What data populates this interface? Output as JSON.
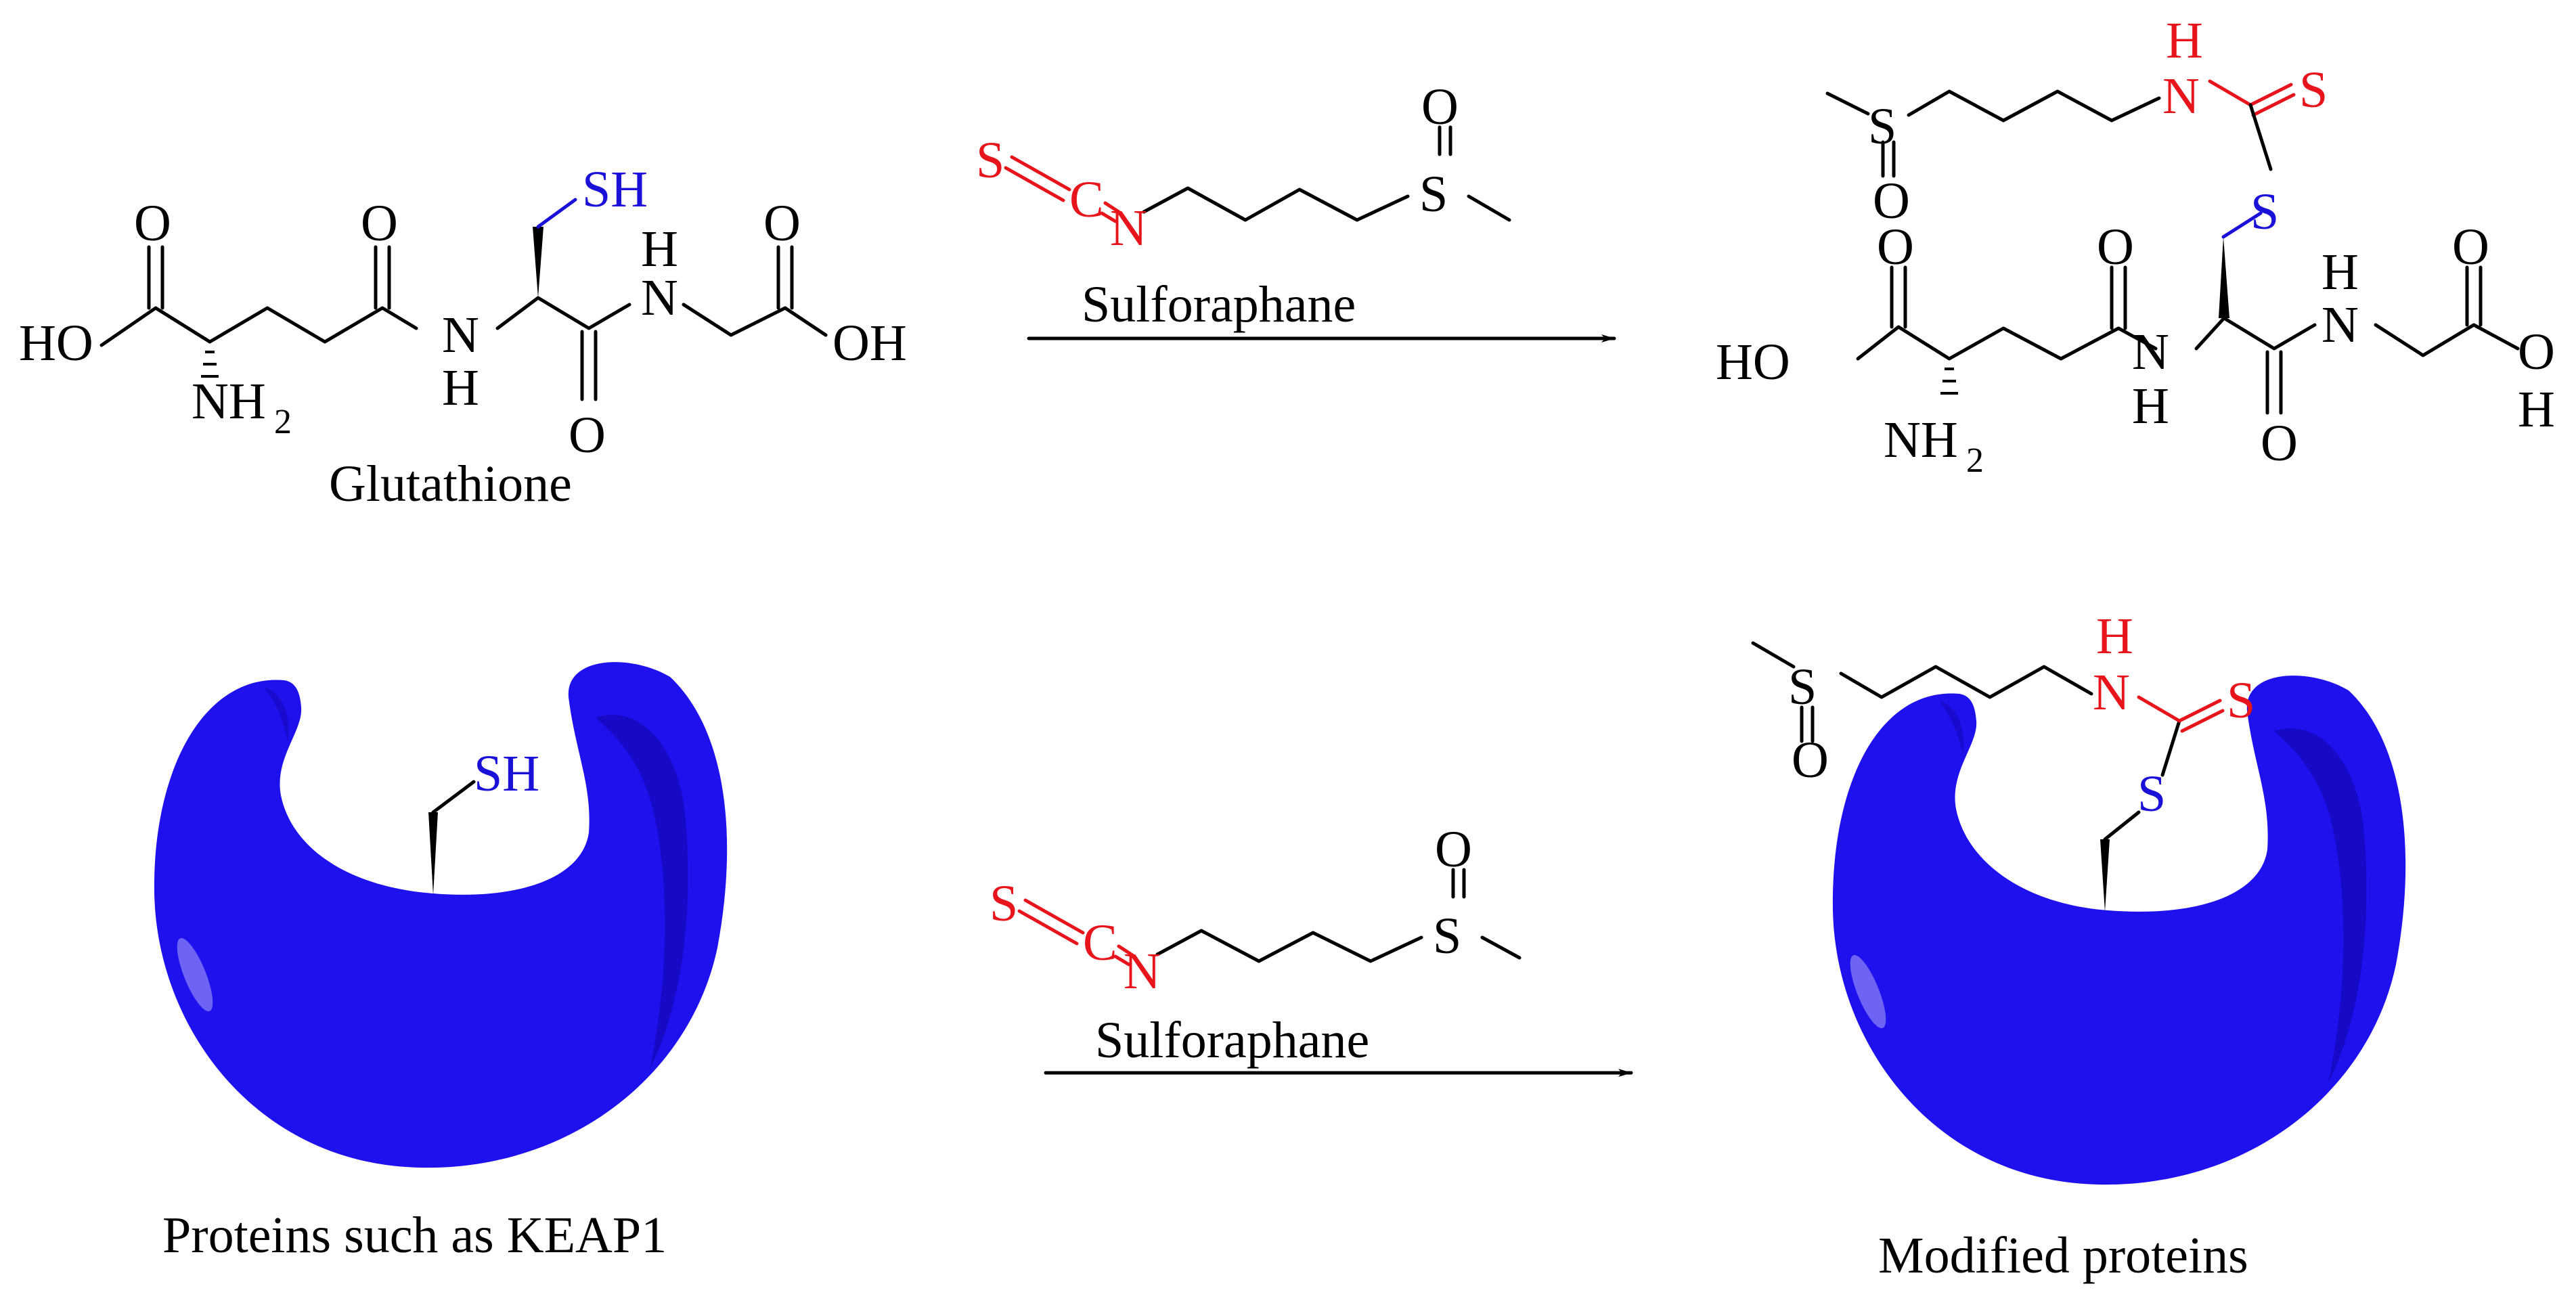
{
  "colors": {
    "black": "#000000",
    "heteroatom_red": "#e8141c",
    "thiol_blue": "#1a10d8",
    "protein_blue": "#1f10ee",
    "protein_shade": "#1508b8"
  },
  "atoms": {
    "O": "O",
    "OH": "OH",
    "HO": "HO",
    "NH": "N",
    "H": "H",
    "N": "N",
    "NH2": "NH",
    "sub2": "2",
    "SH": "SH",
    "S": "S",
    "C": "C"
  },
  "labels": {
    "glutathione": "Glutathione",
    "sulforaphane_top": "Sulforaphane",
    "sulforaphane_bottom": "Sulforaphane",
    "proteins": "Proteins such as KEAP1",
    "modified_proteins": "Modified proteins"
  }
}
